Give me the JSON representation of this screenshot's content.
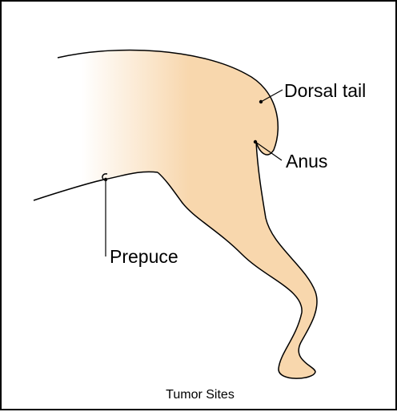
{
  "labels": {
    "dorsal_tail": "Dorsal tail",
    "anus": "Anus",
    "prepuce": "Prepuce"
  },
  "caption": "Tumor Sites",
  "colors": {
    "body_fill": "#F8D7AD",
    "body_fade": "#FFFFFF",
    "outline": "#000000",
    "frame_border": "#000000"
  }
}
